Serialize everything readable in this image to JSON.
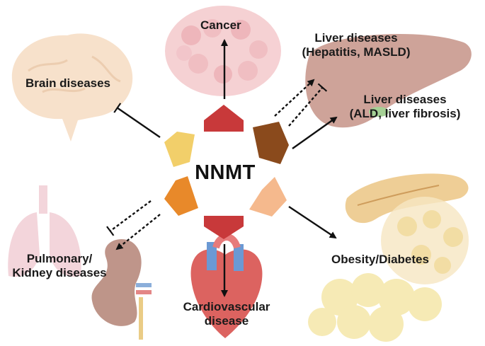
{
  "center": {
    "label": "NNMT"
  },
  "segments": {
    "top": "#c8393a",
    "upper_right": "#8a4a1c",
    "lower_right": "#f5b98d",
    "bottom": "#c8393a",
    "lower_left": "#e8892a",
    "upper_left": "#f2cf6a"
  },
  "diseases": {
    "cancer": "Cancer",
    "liver_hepatitis": {
      "line1": "Liver diseases",
      "line2": "(Hepatitis, MASLD)"
    },
    "liver_ald": {
      "line1": "Liver diseases",
      "line2": "(ALD, liver fibrosis)"
    },
    "brain": "Brain diseases",
    "obesity": "Obesity/Diabetes",
    "pulmonary": {
      "line1": "Pulmonary/",
      "line2": "Kidney diseases"
    },
    "cardio": {
      "line1": "Cardiovascular",
      "line2": "disease"
    }
  },
  "colors": {
    "tissue_pink": "#f4c9cc",
    "liver_brown": "#c9998e",
    "brain_beige": "#f6dcc2",
    "pancreas_tan": "#edc98b",
    "fat_yellow": "#f4e6a3",
    "lung_pink": "#efc7cf",
    "kidney_brown": "#b88a7d",
    "heart_red": "#d9534f"
  }
}
